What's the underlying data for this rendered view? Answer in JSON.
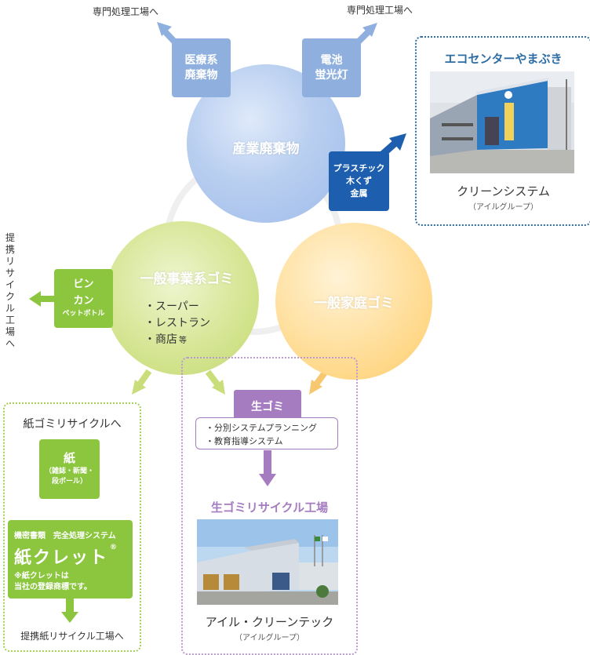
{
  "top": {
    "left_dest": "専門処理工場へ",
    "right_dest": "専門処理工場へ",
    "medical_box": [
      "医療系",
      "廃棄物"
    ],
    "battery_box": [
      "電池",
      "蛍光灯"
    ]
  },
  "industrial": {
    "title": "産業廃棄物",
    "plastic_box": [
      "プラスチック",
      "木くず",
      "金属"
    ]
  },
  "ecocenter": {
    "title": "エコセンターやまぶき",
    "company": "クリーンシステム",
    "group": "（アイルグループ）"
  },
  "business": {
    "title": "一般事業系ゴミ",
    "items": [
      "・スーパー",
      "・レストラン",
      "・商店"
    ],
    "items_suffix": "等",
    "bottle_box": [
      "ビン",
      "カン",
      "ペットボトル"
    ],
    "vertical_dest": [
      "提",
      "携",
      "リ",
      "サ",
      "イ",
      "ク",
      "ル",
      "工",
      "場",
      "へ"
    ]
  },
  "household": {
    "title": "一般家庭ゴミ"
  },
  "paper_panel": {
    "heading": "紙ゴミリサイクルへ",
    "paper_box_title": "紙",
    "paper_box_sub": [
      "（雑誌・新聞・",
      "段ボール）"
    ],
    "confidential_label": "機密書類　完全処理システム",
    "logo_text": "紙クレット",
    "logo_mark": "®",
    "trademark_note": [
      "※紙クレットは",
      "当社の登録商標です。"
    ],
    "dest": "提携紙リサイクル工場へ"
  },
  "food_panel": {
    "box_title": "生ゴミ",
    "systems": [
      "・分別システムプランニング",
      "・教育指導システム"
    ],
    "factory_title": "生ゴミリサイクル工場",
    "company": "アイル・クリーンテック",
    "group": "（アイルグループ）"
  },
  "colors": {
    "industrial_blue": "#9fbbea",
    "business_green": "#c4d96f",
    "household_orange": "#ffcd6a",
    "accent_blue": "#1d5fae",
    "accent_green": "#8cc63f",
    "accent_purple": "#a57cc0"
  }
}
